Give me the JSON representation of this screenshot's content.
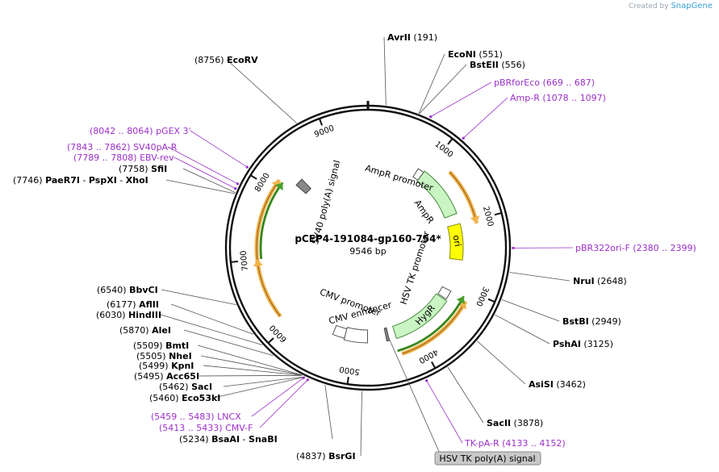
{
  "branding": {
    "created_by": "Created by",
    "product": "SnapGene"
  },
  "plasmid": {
    "name": "pCEP4-191084-gp160-754*",
    "size_label": "9546 bp",
    "total_bp": 9546
  },
  "colors": {
    "site": "#000000",
    "primer": "#9b30c8",
    "ring": "#111111",
    "leader": "#555555",
    "orange": "#f2b34a",
    "green": "#4aa02c",
    "yellow": "#ffff00"
  },
  "ticks": [
    {
      "bp": 1000,
      "label": "1000"
    },
    {
      "bp": 2000,
      "label": "2000"
    },
    {
      "bp": 3000,
      "label": "3000"
    },
    {
      "bp": 4000,
      "label": "4000"
    },
    {
      "bp": 5000,
      "label": "5000"
    },
    {
      "bp": 6000,
      "label": "6000"
    },
    {
      "bp": 7000,
      "label": "7000"
    },
    {
      "bp": 8000,
      "label": "8000"
    },
    {
      "bp": 9000,
      "label": "9000"
    }
  ],
  "sites": [
    {
      "name": "AvrII",
      "pos": "(191)",
      "bp": 191
    },
    {
      "name": "EcoNI",
      "pos": "(551)",
      "bp": 551
    },
    {
      "name": "BstEII",
      "pos": "(556)",
      "bp": 556
    },
    {
      "name": "NruI",
      "pos": "(2648)",
      "bp": 2648
    },
    {
      "name": "BstBI",
      "pos": "(2949)",
      "bp": 2949
    },
    {
      "name": "PshAI",
      "pos": "(3125)",
      "bp": 3125
    },
    {
      "name": "AsiSI",
      "pos": "(3462)",
      "bp": 3462
    },
    {
      "name": "SacII",
      "pos": "(3878)",
      "bp": 3878
    },
    {
      "name": "BsrGI",
      "pos": "(4837)",
      "bp": 4837
    },
    {
      "name": "BsaAI",
      "name2": "SnaBI",
      "pos": "(5234)",
      "bp": 5234
    },
    {
      "name": "Eco53kI",
      "pos": "(5460)",
      "bp": 5460
    },
    {
      "name": "SacI",
      "pos": "(5462)",
      "bp": 5462
    },
    {
      "name": "Acc65I",
      "pos": "(5495)",
      "bp": 5495
    },
    {
      "name": "KpnI",
      "pos": "(5499)",
      "bp": 5499
    },
    {
      "name": "NheI",
      "pos": "(5505)",
      "bp": 5505
    },
    {
      "name": "BmtI",
      "pos": "(5509)",
      "bp": 5509
    },
    {
      "name": "AleI",
      "pos": "(5870)",
      "bp": 5870
    },
    {
      "name": "HindIII",
      "pos": "(6030)",
      "bp": 6030
    },
    {
      "name": "AflII",
      "pos": "(6177)",
      "bp": 6177
    },
    {
      "name": "BbvCI",
      "pos": "(6540)",
      "bp": 6540
    },
    {
      "name": "PaeR7I",
      "name2": "PspXI",
      "name3": "XhoI",
      "pos": "(7746)",
      "bp": 7746
    },
    {
      "name": "SfiI",
      "pos": "(7758)",
      "bp": 7758
    },
    {
      "name": "EcoRV",
      "pos": "(8756)",
      "bp": 8756
    }
  ],
  "primers": [
    {
      "name": "pBRforEco",
      "range": "(669 .. 687)",
      "bp": 678
    },
    {
      "name": "Amp-R",
      "range": "(1078 .. 1097)",
      "bp": 1088
    },
    {
      "name": "pBR322ori-F",
      "range": "(2380 .. 2399)",
      "bp": 2390
    },
    {
      "name": "TK-pA-R",
      "range": "(4133 .. 4152)",
      "bp": 4142
    },
    {
      "name": "CMV-F",
      "range": "(5413 .. 5433)",
      "bp": 5423
    },
    {
      "name": "LNCX",
      "range": "(5459 .. 5483)",
      "bp": 5471
    },
    {
      "name": "EBV-rev",
      "range": "(7789 .. 7808)",
      "bp": 7798
    },
    {
      "name": "SV40pA-R",
      "range": "(7843 .. 7862)",
      "bp": 7852
    },
    {
      "name": "pGEX 3'",
      "range": "(8042 .. 8064)",
      "bp": 8053
    }
  ],
  "features": [
    {
      "name": "AmpR promoter",
      "start": 860,
      "end": 965
    },
    {
      "name": "AmpR",
      "start": 966,
      "end": 1826
    },
    {
      "name": "ori",
      "start": 1997,
      "end": 2585
    },
    {
      "name": "HSV TK promoter",
      "start": 3120,
      "end": 3270
    },
    {
      "name": "HygR",
      "start": 3290,
      "end": 4310
    },
    {
      "name": "HSV TK poly(A) signal",
      "start": 4430,
      "end": 4470
    },
    {
      "name": "CMV enhancer",
      "start": 4780,
      "end": 5160
    },
    {
      "name": "CMV promoter",
      "start": 5160,
      "end": 5360
    },
    {
      "name": "SV40 poly(A) signal",
      "start": 8250,
      "end": 8380
    }
  ],
  "arcs": [
    {
      "type": "orange",
      "start": 1250,
      "end": 2050,
      "dir": "cw"
    },
    {
      "type": "orange",
      "start": 3150,
      "end": 4300,
      "dir": "ccw"
    },
    {
      "type": "green",
      "start": 3100,
      "end": 4350,
      "dir": "ccw"
    },
    {
      "type": "orange",
      "start": 6150,
      "end": 7000,
      "dir": "cw"
    },
    {
      "type": "orange",
      "start": 7000,
      "end": 8150,
      "dir": "cw"
    },
    {
      "type": "green",
      "start": 7000,
      "end": 8150,
      "dir": "cw"
    }
  ]
}
